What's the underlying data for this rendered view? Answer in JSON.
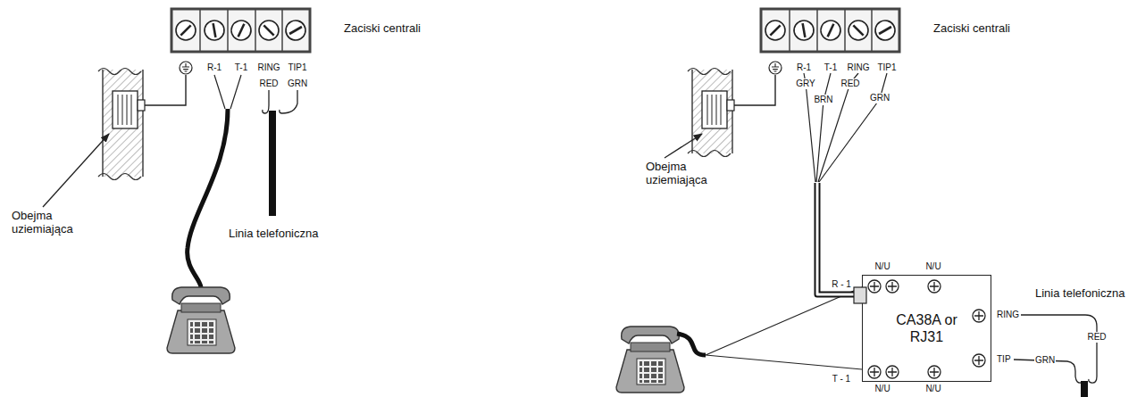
{
  "diagram": {
    "nodes": [
      {
        "text": [
          "Zaciski centrali"
        ]
      },
      {
        "text": [
          "Zaciski centrali"
        ]
      },
      {
        "text": [
          "CA38A or RJ31"
        ]
      }
    ],
    "edges": [
      {
        "from": 1,
        "to": 2,
        "arrow": "none"
      }
    ],
    "labels": [
      "R-1",
      "T-1",
      "RING",
      "TIP1",
      "RED",
      "GRN",
      "Obejma uziemiająca",
      "Linia telefoniczna",
      "R-1",
      "T-1",
      "RING",
      "TIP1",
      "GRY",
      "BRN",
      "RED",
      "GRN",
      "Obejma uziemiająca",
      "N/U",
      "N/U",
      "R - 1",
      "RING",
      "TIP",
      "T - 1",
      "N/U",
      "N/U",
      "Linia telefoniczna",
      "RED",
      "GRN"
    ]
  }
}
